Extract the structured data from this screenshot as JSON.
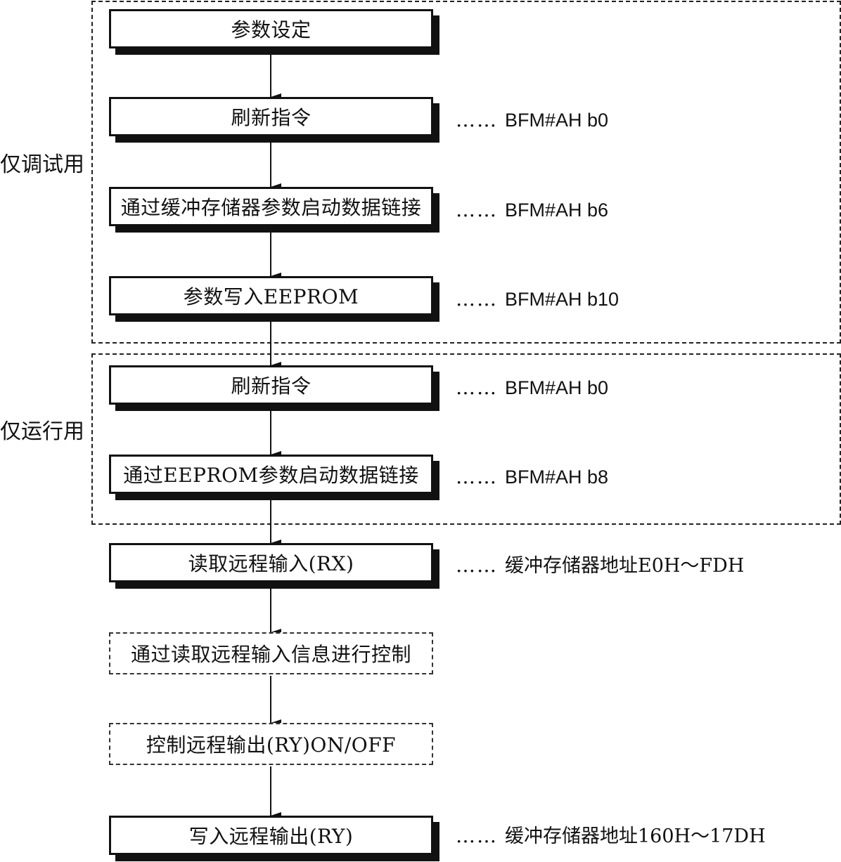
{
  "groups": {
    "debug_only": "仅调试用",
    "run_only": "仅运行用"
  },
  "steps": [
    {
      "label": "参数设定",
      "note": ""
    },
    {
      "label": "刷新指令",
      "note": "BFM#AH b0"
    },
    {
      "label": "通过缓冲存储器参数启动数据链接",
      "note": "BFM#AH b6"
    },
    {
      "label": "参数写入EEPROM",
      "note": "BFM#AH b10"
    },
    {
      "label": "刷新指令",
      "note": "BFM#AH b0"
    },
    {
      "label": "通过EEPROM参数启动数据链接",
      "note": "BFM#AH b8"
    },
    {
      "label": "读取远程输入(RX)",
      "note": "缓冲存储器地址E0H～FDH"
    },
    {
      "label": "通过读取远程输入信息进行控制",
      "note": ""
    },
    {
      "label": "控制远程输出(RY)ON/OFF",
      "note": ""
    },
    {
      "label": "写入远程输出(RY)",
      "note": "缓冲存储器地址160H～17DH"
    }
  ],
  "note_leader": "……"
}
